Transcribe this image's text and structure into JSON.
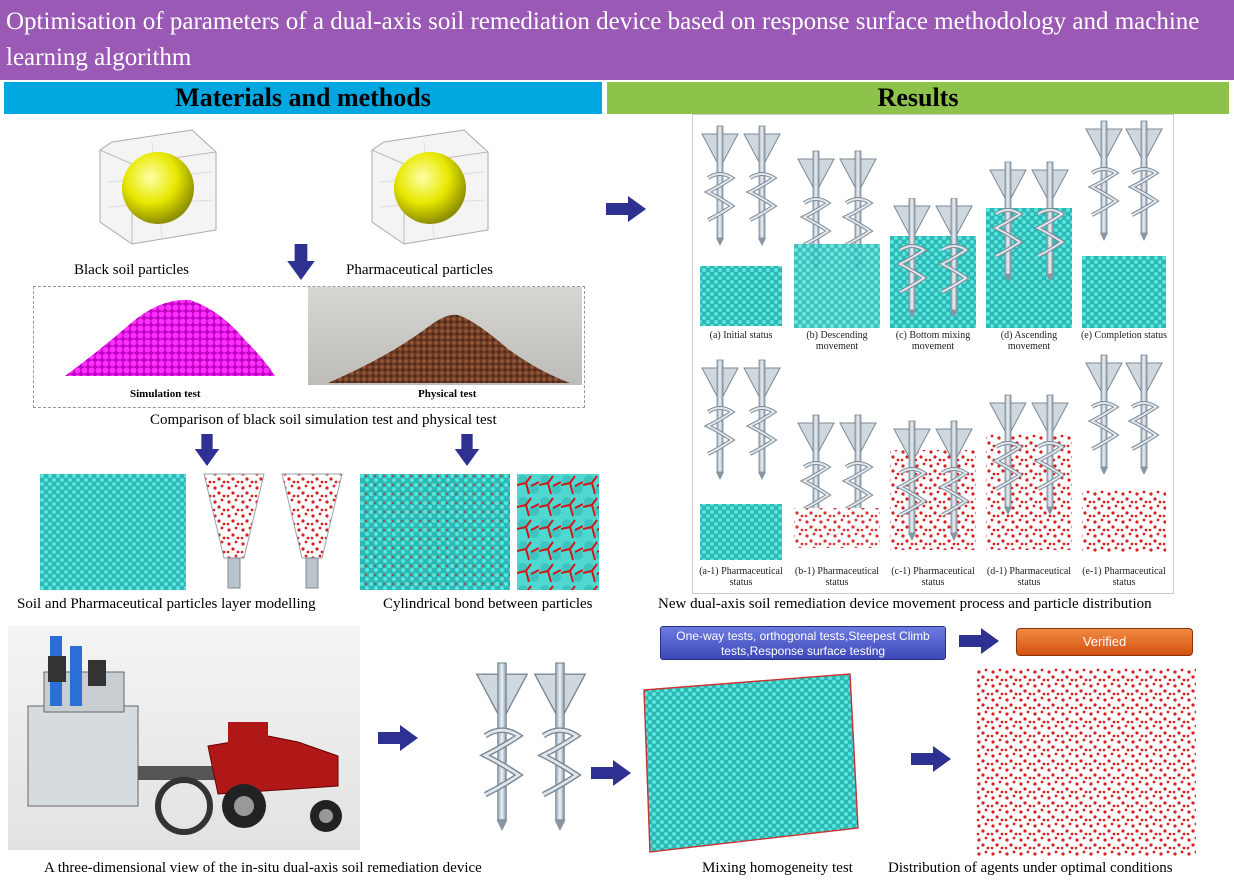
{
  "title": "Optimisation of parameters of a dual-axis soil remediation device based on response surface methodology and machine learning algorithm",
  "sections": {
    "materials": "Materials and methods",
    "results": "Results"
  },
  "captions": {
    "black_soil": "Black soil particles",
    "pharma": "Pharmaceutical particles",
    "simulation_test": "Simulation test",
    "physical_test": "Physical test",
    "comparison": "Comparison of black soil simulation test and physical test",
    "layer_modelling": "Soil and Pharmaceutical particles layer modelling",
    "cyl_bond": "Cylindrical bond between particles",
    "movement_process": "New dual-axis soil remediation device movement process and particle distribution",
    "three_d_view": "A three-dimensional view of the in-situ  dual-axis soil remediation device",
    "mixing_test": "Mixing homogeneity test",
    "distribution": "Distribution of agents under optimal conditions"
  },
  "stages_top": [
    "(a) Initial status",
    "(b) Descending movement",
    "(c) Bottom mixing movement",
    "(d) Ascending movement",
    "(e) Completion status"
  ],
  "stages_bottom": [
    "(a-1) Pharmaceutical status",
    "(b-1) Pharmaceutical status",
    "(c-1) Pharmaceutical status",
    "(d-1) Pharmaceutical status",
    "(e-1) Pharmaceutical status"
  ],
  "tests_box": "One-way tests, orthogonal tests,Steepest Climb tests,Response surface testing",
  "verified": "Verified",
  "colors": {
    "title_bg": "#9b59b6",
    "materials_bg": "#00a7e0",
    "results_bg": "#8dc34a",
    "arrow": "#2e3192",
    "cyan": "#3fd6d0",
    "red": "#d42020",
    "magenta": "#ee00ee",
    "verified_bg": "#e2621b",
    "tests_bg": "#4a57c8"
  }
}
